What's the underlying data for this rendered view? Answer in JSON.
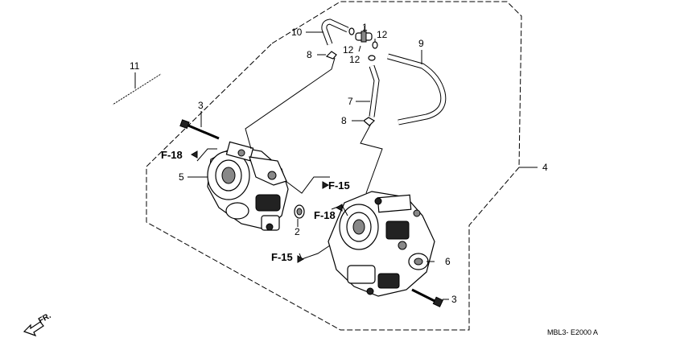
{
  "diagram": {
    "part_labels": {
      "p1": "1",
      "p2": "2",
      "p3a": "3",
      "p3b": "3",
      "p4": "4",
      "p5": "5",
      "p6": "6",
      "p7": "7",
      "p8a": "8",
      "p8b": "8",
      "p9": "9",
      "p10": "10",
      "p11": "11",
      "p12a": "12",
      "p12b": "12",
      "p12c": "12"
    },
    "refs": {
      "f18a": "F-18",
      "f18b": "F-18",
      "f15a": "F-15",
      "f15b": "F-15"
    },
    "front_label": "FR.",
    "diagram_code": "MBL3- E2000 A"
  }
}
